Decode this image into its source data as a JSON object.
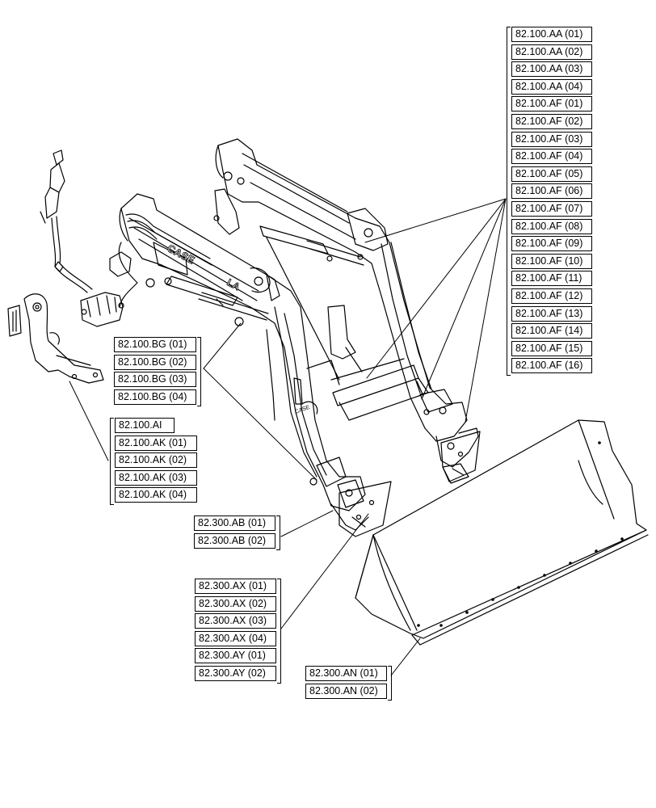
{
  "groups": {
    "top_right": [
      "82.100.AA (01)",
      "82.100.AA (02)",
      "82.100.AA (03)",
      "82.100.AA (04)",
      "82.100.AF (01)",
      "82.100.AF (02)",
      "82.100.AF (03)",
      "82.100.AF (04)",
      "82.100.AF (05)",
      "82.100.AF (06)",
      "82.100.AF (07)",
      "82.100.AF (08)",
      "82.100.AF (09)",
      "82.100.AF (10)",
      "82.100.AF (11)",
      "82.100.AF (12)",
      "82.100.AF (13)",
      "82.100.AF (14)",
      "82.100.AF (15)",
      "82.100.AF (16)"
    ],
    "bg": [
      "82.100.BG (01)",
      "82.100.BG (02)",
      "82.100.BG (03)",
      "82.100.BG (04)"
    ],
    "ai_ak": [
      "82.100.AI",
      "82.100.AK (01)",
      "82.100.AK (02)",
      "82.100.AK (03)",
      "82.100.AK (04)"
    ],
    "ab": [
      "82.300.AB (01)",
      "82.300.AB (02)"
    ],
    "ax_ay": [
      "82.300.AX (01)",
      "82.300.AX (02)",
      "82.300.AX (03)",
      "82.300.AX (04)",
      "82.300.AY (01)",
      "82.300.AY (02)"
    ],
    "an": [
      "82.300.AN (01)",
      "82.300.AN (02)"
    ]
  },
  "decals": {
    "brand": "CASE",
    "model": "LA",
    "side": "CASE"
  }
}
